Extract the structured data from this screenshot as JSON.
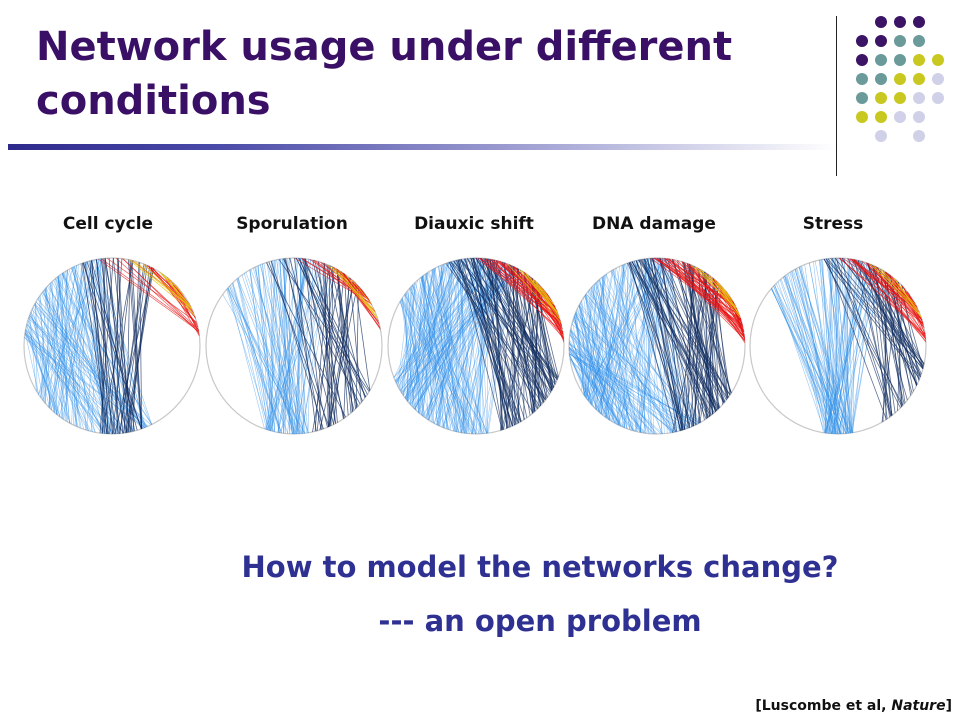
{
  "slide": {
    "title": "Network usage under different conditions",
    "question": "How to model the networks change?",
    "subline": "--- an open problem",
    "citation_prefix": "[Luscombe et al, ",
    "citation_journal": "Nature",
    "citation_suffix": "]"
  },
  "panels": [
    {
      "label": "Cell cycle"
    },
    {
      "label": "Sporulation"
    },
    {
      "label": "Diauxic shift"
    },
    {
      "label": "DNA damage"
    },
    {
      "label": "Stress"
    }
  ],
  "colors": {
    "title": "#3a0f66",
    "question": "#2e3192",
    "light_blue": "#2f8fe8",
    "dark_blue": "#0d2a5e",
    "red": "#e81010",
    "yellow": "#e8c010",
    "dot_purple": "#3b1466",
    "dot_teal": "#6a9a9a",
    "dot_yellow": "#c8c820",
    "dot_lavender": "#d0d0e8"
  },
  "icons": [
    "decorative-dot-grid"
  ]
}
